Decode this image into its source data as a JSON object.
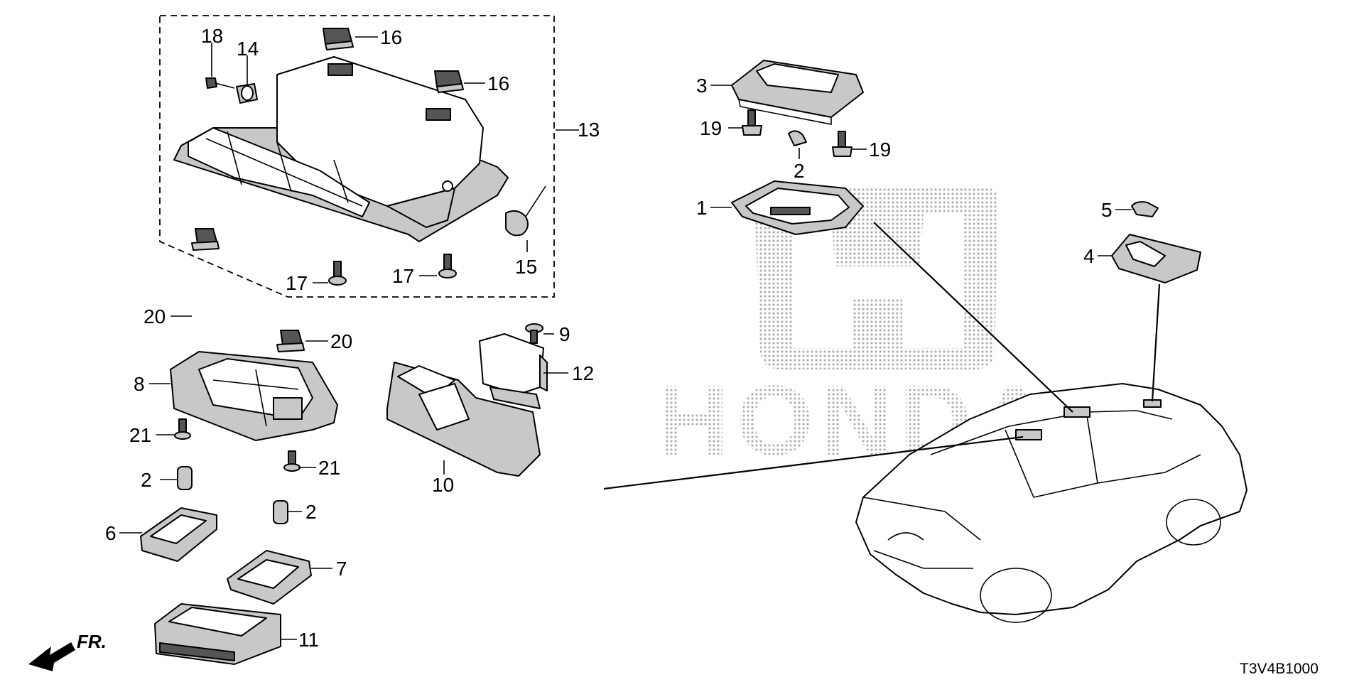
{
  "callouts": {
    "c1": "1",
    "c2a": "2",
    "c2b": "2",
    "c2c": "2",
    "c3": "3",
    "c4": "4",
    "c5": "5",
    "c6": "6",
    "c7": "7",
    "c8": "8",
    "c9": "9",
    "c10": "10",
    "c11": "11",
    "c12": "12",
    "c13": "13",
    "c14": "14",
    "c15": "15",
    "c16a": "16",
    "c16b": "16",
    "c17a": "17",
    "c17b": "17",
    "c18": "18",
    "c19a": "19",
    "c19b": "19",
    "c20a": "20",
    "c20b": "20",
    "c21a": "21",
    "c21b": "21"
  },
  "direction_label": "FR.",
  "diagram_code": "T3V4B1000",
  "watermark": {
    "text": "HONDA",
    "color": "#bdbdbd"
  }
}
